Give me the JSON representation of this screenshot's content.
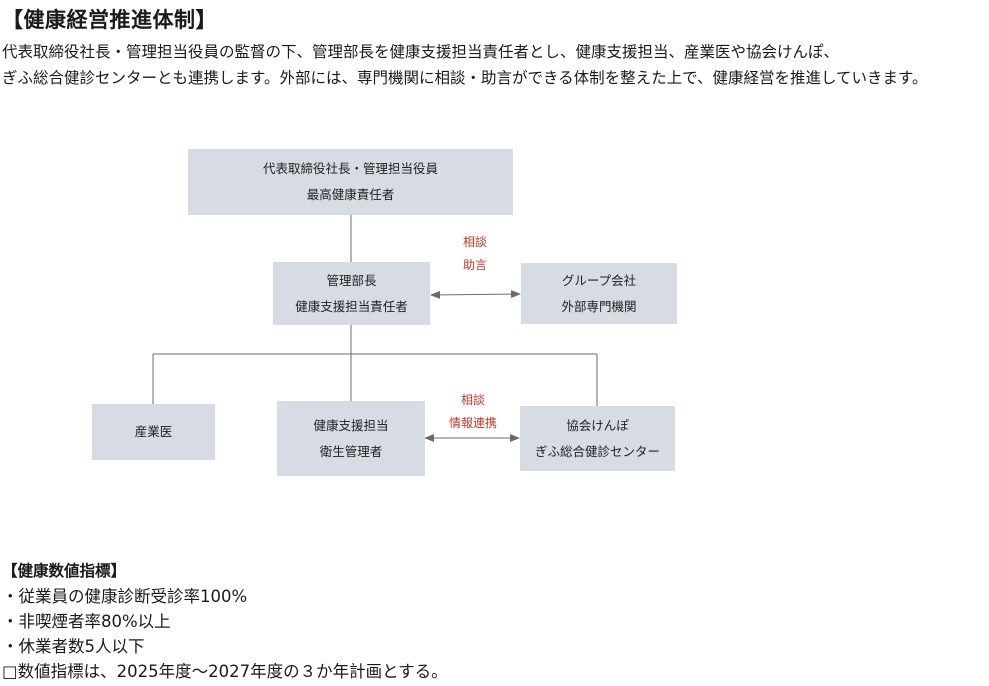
{
  "title": "【健康経営推進体制】",
  "intro": [
    "代表取締役社長・管理担当役員の監督の下、管理部長を健康支援担当責任者とし、健康支援担当、産業医や協会けんぽ、",
    "ぎふ総合健診センターとも連携します。外部には、専門機関に相談・助言ができる体制を整えた上で、健康経営を推進していきます。"
  ],
  "diagram": {
    "boxes": {
      "ceo": {
        "line1": "代表取締役社長・管理担当役員",
        "line2": "最高健康責任者"
      },
      "manager": {
        "line1": "管理部長",
        "line2": "健康支援担当責任者"
      },
      "group": {
        "line1": "グループ会社",
        "line2": "外部専門機関"
      },
      "doctor": {
        "line1": "産業医"
      },
      "staff": {
        "line1": "健康支援担当",
        "line2": "衛生管理者"
      },
      "kenpo": {
        "line1": "協会けんぽ",
        "line2": "ぎふ総合健診センター"
      }
    },
    "annotations": {
      "upper": {
        "line1": "相談",
        "line2": "助言"
      },
      "lower": {
        "line1": "相談",
        "line2": "情報連携"
      }
    },
    "colors": {
      "box_fill": "#d6dbe4",
      "connector": "#6b6b6b",
      "annotation_text": "#c0392b"
    }
  },
  "metrics": {
    "heading": "【健康数値指標】",
    "items": [
      "・従業員の健康診断受診率100%",
      "・非喫煙者率80%以上",
      "・休業者数5人以下",
      "□数値指標は、2025年度～2027年度の３か年計画とする。"
    ]
  }
}
